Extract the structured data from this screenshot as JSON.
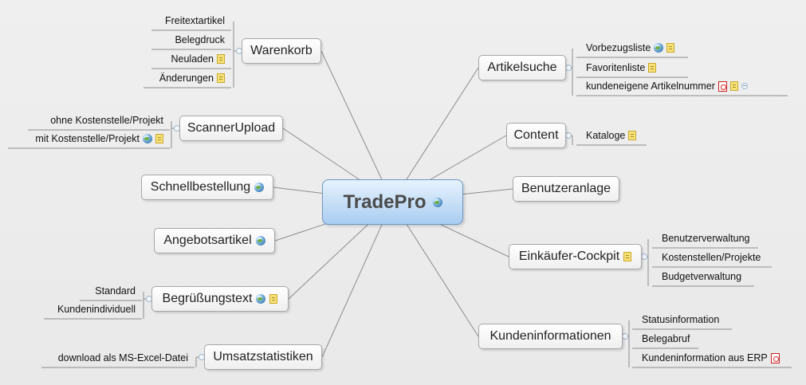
{
  "central": {
    "label": "TradePro",
    "icons": [
      "globe-icon"
    ]
  },
  "colors": {
    "line": "#8c8c8c",
    "central_border": "#6c96c4",
    "node_border": "#a6a6a6",
    "background": "#ebebeb"
  },
  "left_topics": [
    {
      "label": "Warenkorb",
      "icons": [],
      "children": [
        {
          "label": "Freitextartikel",
          "icons": []
        },
        {
          "label": "Belegdruck",
          "icons": []
        },
        {
          "label": "Neuladen",
          "icons": [
            "note-icon"
          ]
        },
        {
          "label": "Änderungen",
          "icons": [
            "note-icon"
          ]
        }
      ]
    },
    {
      "label": "ScannerUpload",
      "icons": [],
      "children": [
        {
          "label": "ohne Kostenstelle/Projekt",
          "icons": []
        },
        {
          "label": "mit Kostenstelle/Projekt",
          "icons": [
            "globe-icon",
            "note-icon"
          ]
        }
      ]
    },
    {
      "label": "Schnellbestellung",
      "icons": [
        "globe-icon"
      ],
      "children": []
    },
    {
      "label": "Angebotsartikel",
      "icons": [
        "globe-icon"
      ],
      "children": []
    },
    {
      "label": "Begrüßungstext",
      "icons": [
        "globe-icon",
        "note-icon"
      ],
      "children": [
        {
          "label": "Standard",
          "icons": []
        },
        {
          "label": "Kundenindividuell",
          "icons": []
        }
      ]
    },
    {
      "label": "Umsatzstatistiken",
      "icons": [],
      "children": [
        {
          "label": "download als MS-Excel-Datei",
          "icons": []
        }
      ]
    }
  ],
  "right_topics": [
    {
      "label": "Artikelsuche",
      "icons": [],
      "children": [
        {
          "label": "Vorbezugsliste",
          "icons": [
            "globe-icon",
            "note-icon"
          ]
        },
        {
          "label": "Favoritenliste",
          "icons": [
            "note-icon"
          ]
        },
        {
          "label": "kundeneigene Artikelnummer",
          "icons": [
            "pdf-icon",
            "note-icon",
            "collapse-icon"
          ]
        }
      ]
    },
    {
      "label": "Content",
      "icons": [],
      "children": [
        {
          "label": "Kataloge",
          "icons": [
            "note-icon"
          ]
        }
      ]
    },
    {
      "label": "Benutzeranlage",
      "icons": [],
      "children": []
    },
    {
      "label": "Einkäufer-Cockpit",
      "icons": [
        "note-icon"
      ],
      "children": [
        {
          "label": "Benutzerverwaltung",
          "icons": []
        },
        {
          "label": "Kostenstellen/Projekte",
          "icons": []
        },
        {
          "label": "Budgetverwaltung",
          "icons": []
        }
      ]
    },
    {
      "label": "Kundeninformationen",
      "icons": [],
      "children": [
        {
          "label": "Statusinformation",
          "icons": []
        },
        {
          "label": "Belegabruf",
          "icons": []
        },
        {
          "label": "Kundeninformation aus ERP",
          "icons": [
            "pdf-icon"
          ]
        }
      ]
    }
  ]
}
